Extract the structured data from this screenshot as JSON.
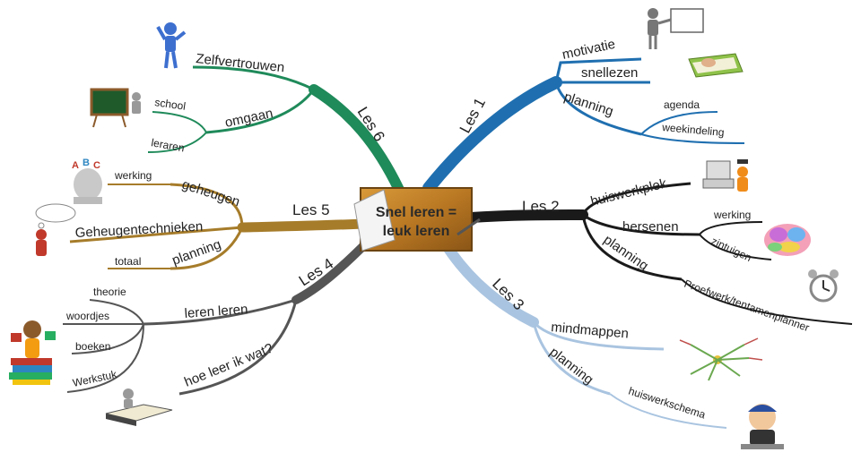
{
  "center": {
    "line1": "Snel leren =",
    "line2": "leuk leren"
  },
  "branches": {
    "les1": {
      "label": "Les 1",
      "color": "#1f6fb0",
      "items": {
        "motivatie": "motivatie",
        "snellezen": "snellezen",
        "planning": "planning",
        "agenda": "agenda",
        "weekindeling": "weekindeling"
      }
    },
    "les2": {
      "label": "Les 2",
      "color": "#1a1a1a",
      "items": {
        "huiswerkplek": "huiswerkplek",
        "hersenen": "hersenen",
        "werking": "werking",
        "zintuigen": "zintuigen",
        "planning": "planning",
        "proefwerk": "Proefwerk/tentamenplanner"
      }
    },
    "les3": {
      "label": "Les 3",
      "color": "#a9c4e0",
      "items": {
        "mindmappen": "mindmappen",
        "planning": "planning",
        "huiswerkschema": "huiswerkschema"
      }
    },
    "les4": {
      "label": "Les 4",
      "color": "#555555",
      "items": {
        "lerenleren": "leren leren",
        "theorie": "theorie",
        "woordjes": "woordjes",
        "boeken": "boeken",
        "werkstuk": "Werkstuk",
        "hoeleerik": "hoe leer ik wat?"
      }
    },
    "les5": {
      "label": "Les 5",
      "color": "#a67c2a",
      "items": {
        "geheugen": "geheugen",
        "werking": "werking",
        "technieken": "Geheugentechnieken",
        "planning": "planning",
        "totaal": "totaal"
      }
    },
    "les6": {
      "label": "Les 6",
      "color": "#1f8a5a",
      "items": {
        "zelfvertrouwen": "Zelfvertrouwen",
        "omgaan": "omgaan",
        "school": "school",
        "leraren": "leraren"
      }
    }
  },
  "icons": [
    "presenter-icon",
    "book-icon",
    "computer-icon",
    "brain-icon",
    "alarm-clock-icon",
    "mindmap-icon",
    "student-icon",
    "reading-figure-icon",
    "books-stack-icon",
    "abc-head-icon",
    "thinking-figure-icon",
    "blackboard-icon",
    "confident-figure-icon"
  ]
}
